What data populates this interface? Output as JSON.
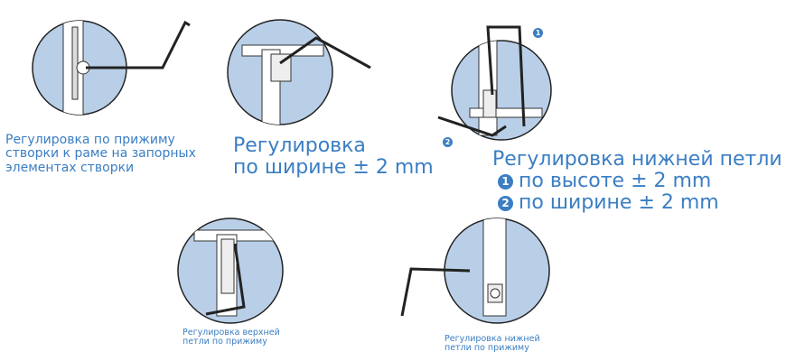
{
  "captions": {
    "sash_pressure": [
      "Регулировка по прижиму",
      "створки к раме на запорных",
      "элементах створки"
    ],
    "width_adjust": [
      "Регулировка",
      "по ширине ± 2 mm"
    ],
    "bottom_hinge_title": "Регулировка нижней петли",
    "bottom_hinge_height": "по высоте ± 2 mm",
    "bottom_hinge_width": "по ширине ± 2 mm",
    "top_hinge_pressure": [
      "Регулировка верхней",
      "петли по прижиму"
    ],
    "bottom_hinge_pressure": [
      "Регулировка нижней",
      "петли по прижиму"
    ]
  },
  "markers": {
    "one": "1",
    "two": "2"
  },
  "colors": {
    "accent": "#3b7ec3",
    "circle_fill": "#b9cfe8"
  }
}
